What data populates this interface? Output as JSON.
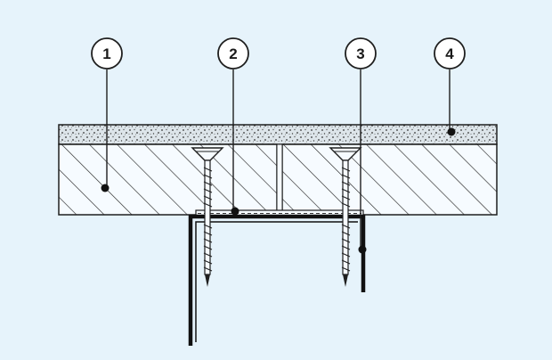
{
  "colors": {
    "background": "#e6f3fb",
    "line": "#1f1f1f",
    "fill_light": "#f6fbff",
    "gravel": "#b8c4cc"
  },
  "callouts": [
    {
      "label": "1"
    },
    {
      "label": "2"
    },
    {
      "label": "3"
    },
    {
      "label": "4"
    }
  ]
}
